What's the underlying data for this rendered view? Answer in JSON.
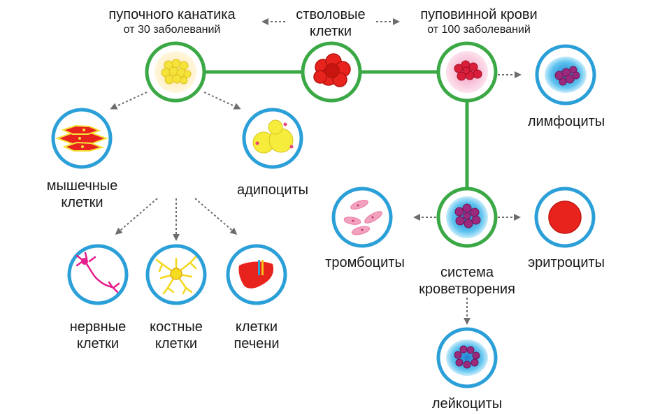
{
  "header": {
    "umbilical": {
      "title": "пупочного канатика",
      "note": "от 30 заболеваний"
    },
    "stem": {
      "line1": "стволовые",
      "line2": "клетки"
    },
    "cord_blood": {
      "title": "пуповинной крови",
      "note": "от 100 заболеваний"
    }
  },
  "cells": {
    "muscle": {
      "line1": "мышечные",
      "line2": "клетки"
    },
    "adipocytes": {
      "line1": "адипоциты"
    },
    "nerve": {
      "line1": "нервные",
      "line2": "клетки"
    },
    "bone": {
      "line1": "костные",
      "line2": "клетки"
    },
    "liver": {
      "line1": "клетки",
      "line2": "печени"
    },
    "lymphocytes": {
      "line1": "лимфоциты"
    },
    "platelets": {
      "line1": "тромбоциты"
    },
    "hematopoiesis": {
      "line1": "система",
      "line2": "кроветворения"
    },
    "erythrocytes": {
      "line1": "эритроциты"
    },
    "leukocytes": {
      "line1": "лейкоциты"
    }
  },
  "colors": {
    "green_ring": "#3aa845",
    "blue_ring": "#2b9fd8",
    "arrow": "#6d6d6d",
    "red_cell": "#e8231d",
    "purple_cell": "#9b2a7e",
    "yellow_cell": "#f4e33a"
  }
}
